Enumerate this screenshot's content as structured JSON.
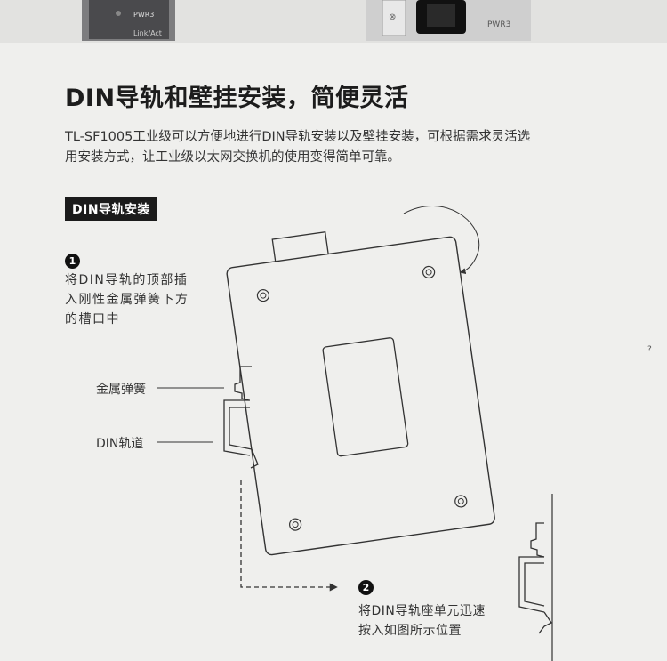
{
  "top_photo": {
    "pwr_left": "PWR3",
    "act_left": "Link/Act",
    "pwr_right": "PWR3"
  },
  "heading": {
    "title": "DIN导轨和壁挂安装，简便灵活",
    "description_lines": [
      "TL-SF1005工业级可以方便地进行DIN导轨安装以及壁挂安装，可根据需求灵活选",
      "用安装方式，让工业级以太网交换机的使用变得简单可靠。"
    ]
  },
  "section": {
    "tag": "DIN导轨安装"
  },
  "steps": [
    {
      "number": "1",
      "lines": [
        "将DIN导轨的顶部插",
        "入刚性金属弹簧下方",
        "的槽口中"
      ]
    },
    {
      "number": "2",
      "lines": [
        "将DIN导轨座单元迅速",
        "按入如图所示位置"
      ]
    }
  ],
  "labels": {
    "spring": "金属弹簧",
    "rail": "DIN轨道"
  },
  "stray_mark": "?",
  "colors": {
    "background": "#efefed",
    "line": "#333333",
    "tag_bg": "#1b1b1b"
  }
}
